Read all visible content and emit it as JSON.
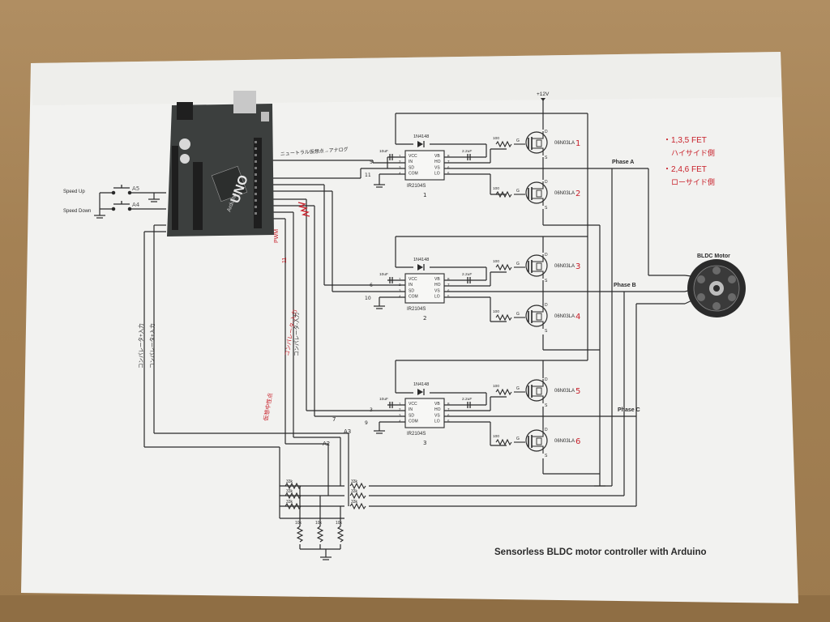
{
  "title": "Sensorless BLDC motor controller with Arduino",
  "supply": "+12V",
  "motor_label": "BLDC Motor",
  "phases": [
    "Phase A",
    "Phase B",
    "Phase C"
  ],
  "buttons": {
    "up": "Speed Up",
    "down": "Speed Down",
    "pin_up": "A5",
    "pin_down": "A4"
  },
  "arduino": {
    "model": "UNO",
    "brand": "Arduino"
  },
  "driver": {
    "chip": "IR2104S",
    "diode": "1N4148",
    "c_vcc": "10uF",
    "c_boot": "2.2uF",
    "pins_left": [
      "VCC",
      "IN",
      "SD",
      "COM"
    ],
    "pins_right": [
      "VB",
      "HO",
      "VS",
      "LO"
    ],
    "pin_nums_left": [
      "1",
      "2",
      "3",
      "4"
    ],
    "pin_nums_right": [
      "8",
      "7",
      "6",
      "5"
    ],
    "gate_r": "100",
    "fet_model": "06N03LA"
  },
  "drivers": [
    {
      "number": "1",
      "in_pin": "5",
      "sd_pin": "11",
      "fets": [
        "1",
        "2"
      ]
    },
    {
      "number": "2",
      "in_pin": "6",
      "sd_pin": "10",
      "fets": [
        "3",
        "4"
      ]
    },
    {
      "number": "3",
      "in_pin": "3",
      "sd_pin": "9",
      "fets": [
        "5",
        "6"
      ]
    }
  ],
  "fet_pins": {
    "g": "G",
    "d": "D",
    "s": "S"
  },
  "analog_pins": [
    "A2",
    "A3",
    "7"
  ],
  "divider": {
    "r_top": "33k",
    "r_bottom": "10k"
  },
  "annotations": {
    "note_1": "・1,3,5 FET",
    "note_1b": "ハイサイド側",
    "note_2": "・2,4,6 FET",
    "note_2b": "ローサイド側",
    "pin_note_top": "ニュートラル仮想点→アナログ",
    "pins_label": "PWM",
    "pins_value": "11",
    "side_label_1": "コンパレータ+入力",
    "side_label_2": "コンパレータ-入力",
    "side_label_3": "コンパレータ-入力",
    "side_label_4": "コンパレータ+入力",
    "side_label_5": "仮想中性点"
  },
  "colors": {
    "ink": "#2a2a2a",
    "red_pen": "#c8202a",
    "paper": "#f3f3f1",
    "board": "#3c3f3e"
  }
}
